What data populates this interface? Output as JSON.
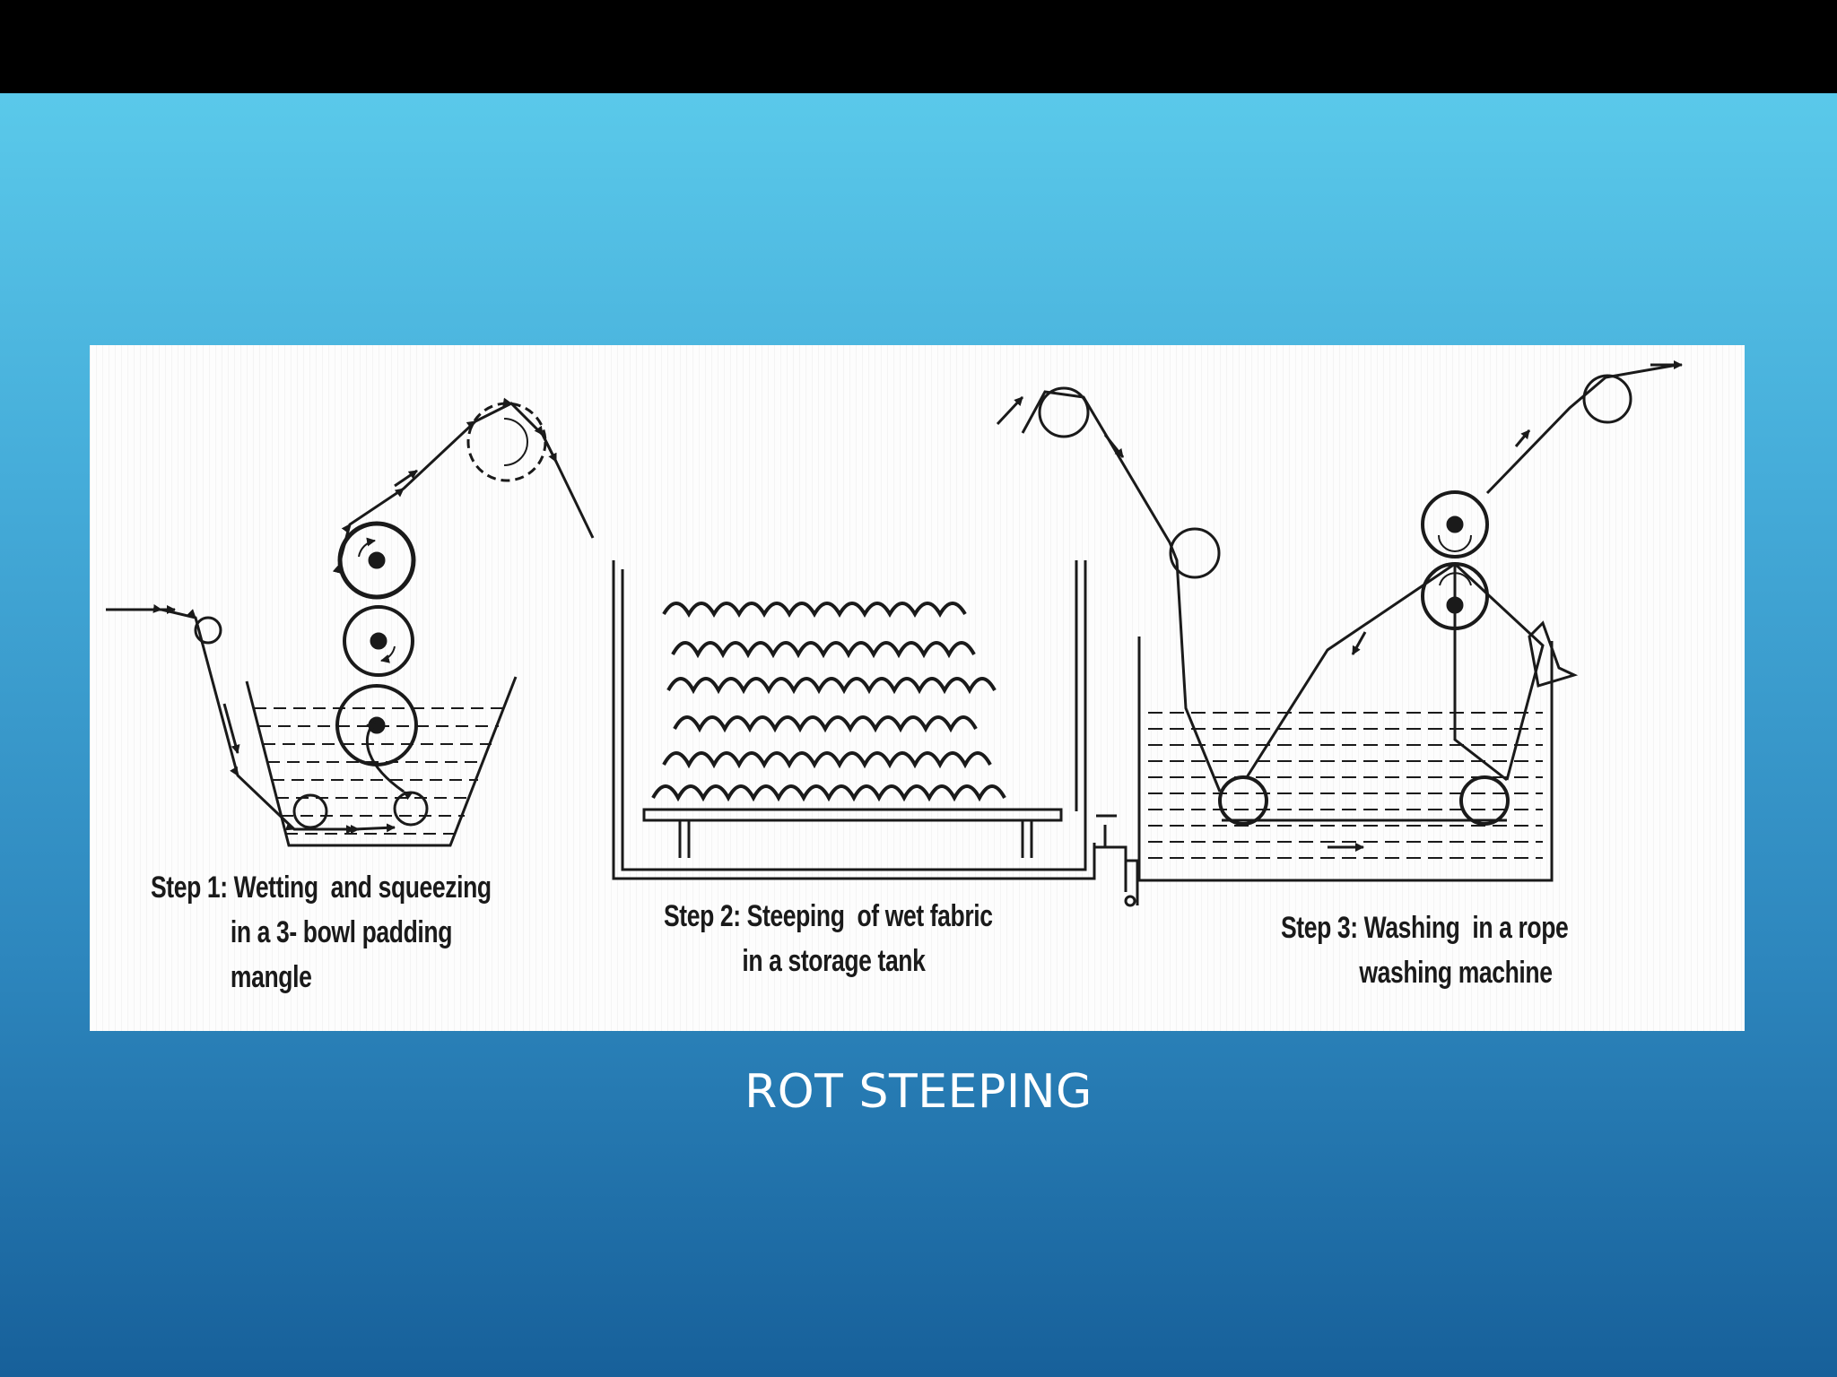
{
  "slide": {
    "title": "ROT STEEPING"
  },
  "diagram": {
    "steps": [
      {
        "caption_lines": [
          "Step 1: Wetting  and squeezing",
          "in a 3- bowl padding",
          "mangle"
        ]
      },
      {
        "caption_lines": [
          "Step 2: Steeping  of wet fabric",
          "in a storage tank"
        ]
      },
      {
        "caption_lines": [
          "Step 3: Washing  in a rope",
          "washing machine"
        ]
      }
    ]
  },
  "colors": {
    "top_bar": "#000000",
    "background_top": "#5fd0ee",
    "background_bottom": "#17609a",
    "panel": "#fdfdfd",
    "ink": "#1a1a1a",
    "title_text": "#ffffff"
  }
}
